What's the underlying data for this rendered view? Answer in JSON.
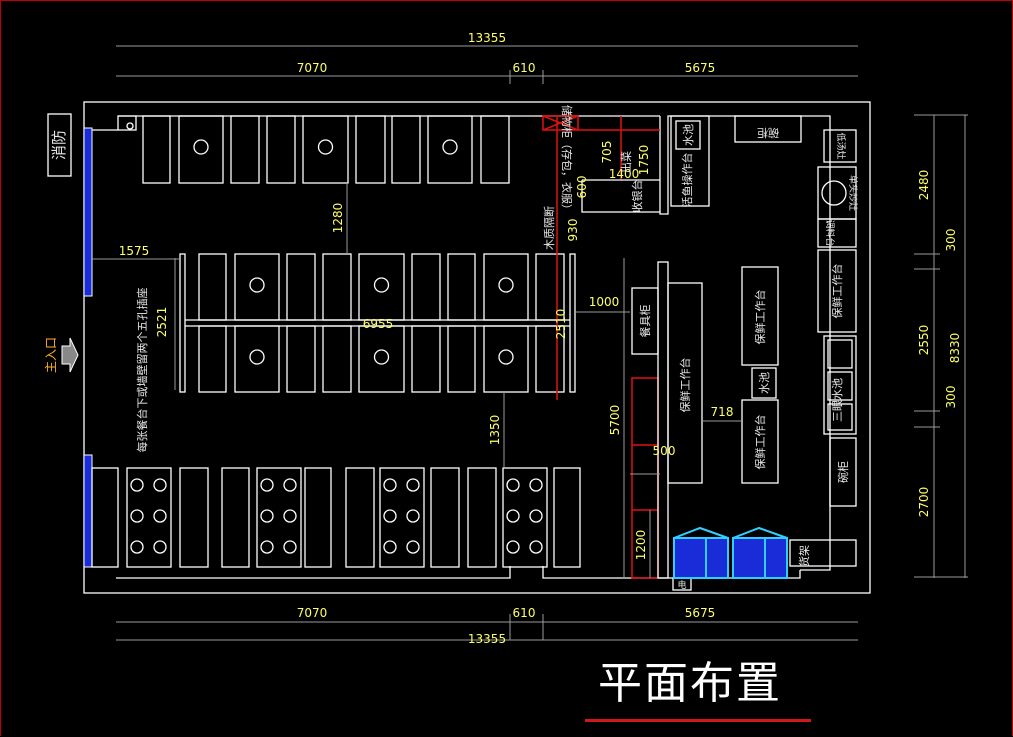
{
  "title": "平面布置",
  "colors": {
    "background": "#000000",
    "walls": "#ffffff",
    "dimensions": "#ffff66",
    "partition": "#e01010",
    "glass": "#1a2bd8",
    "glass_frame": "#2fd0ff",
    "entrance_label": "#ffb030"
  },
  "labels": {
    "fire": "消防",
    "entrance": "主入口",
    "socket_note": "每张餐台下或墙壁留两个五孔插座",
    "wood_partition": "木质隔断",
    "storage_cabinet": "储物柜（存包，衣服）",
    "cashier": "收银台",
    "service_counter": "出菜",
    "fish_counter": "活鱼操作台",
    "sink": "水池",
    "cabinet_top": "碗柜",
    "low_soup_cooker": "低汤灶",
    "stock_pot_stove": "单头炒灶",
    "seasoning": "调料台",
    "fresh_counter": "保鲜工作台",
    "tableware_cabinet": "餐具柜",
    "triple_sink": "三眼水池",
    "bowl_cabinet": "碗柜",
    "shelf": "货架",
    "elec": "电"
  },
  "dimensions": {
    "top_total": "13355",
    "top_left": "7070",
    "top_mid": "610",
    "top_right": "5675",
    "bottom_total": "13355",
    "bottom_left": "7070",
    "bottom_mid": "610",
    "bottom_right": "5675",
    "right_1": "2480",
    "right_gap1": "300",
    "right_2": "2550",
    "right_gap2": "300",
    "right_3": "2700",
    "right_total": "8330",
    "aisle_top": "1280",
    "aisle_bottom": "1350",
    "entry_gap": "1575",
    "table_block_h": "2521",
    "table_block_w": "6955",
    "block_right_h": "2510",
    "to_kitchen": "1000",
    "partition_930": "930",
    "cashier_600": "600",
    "cashier_705": "705",
    "cashier_1400": "1400",
    "cashier_1750": "1750",
    "kitchen_5700": "5700",
    "gap_718": "718",
    "width_500": "500",
    "height_1200": "1200"
  }
}
